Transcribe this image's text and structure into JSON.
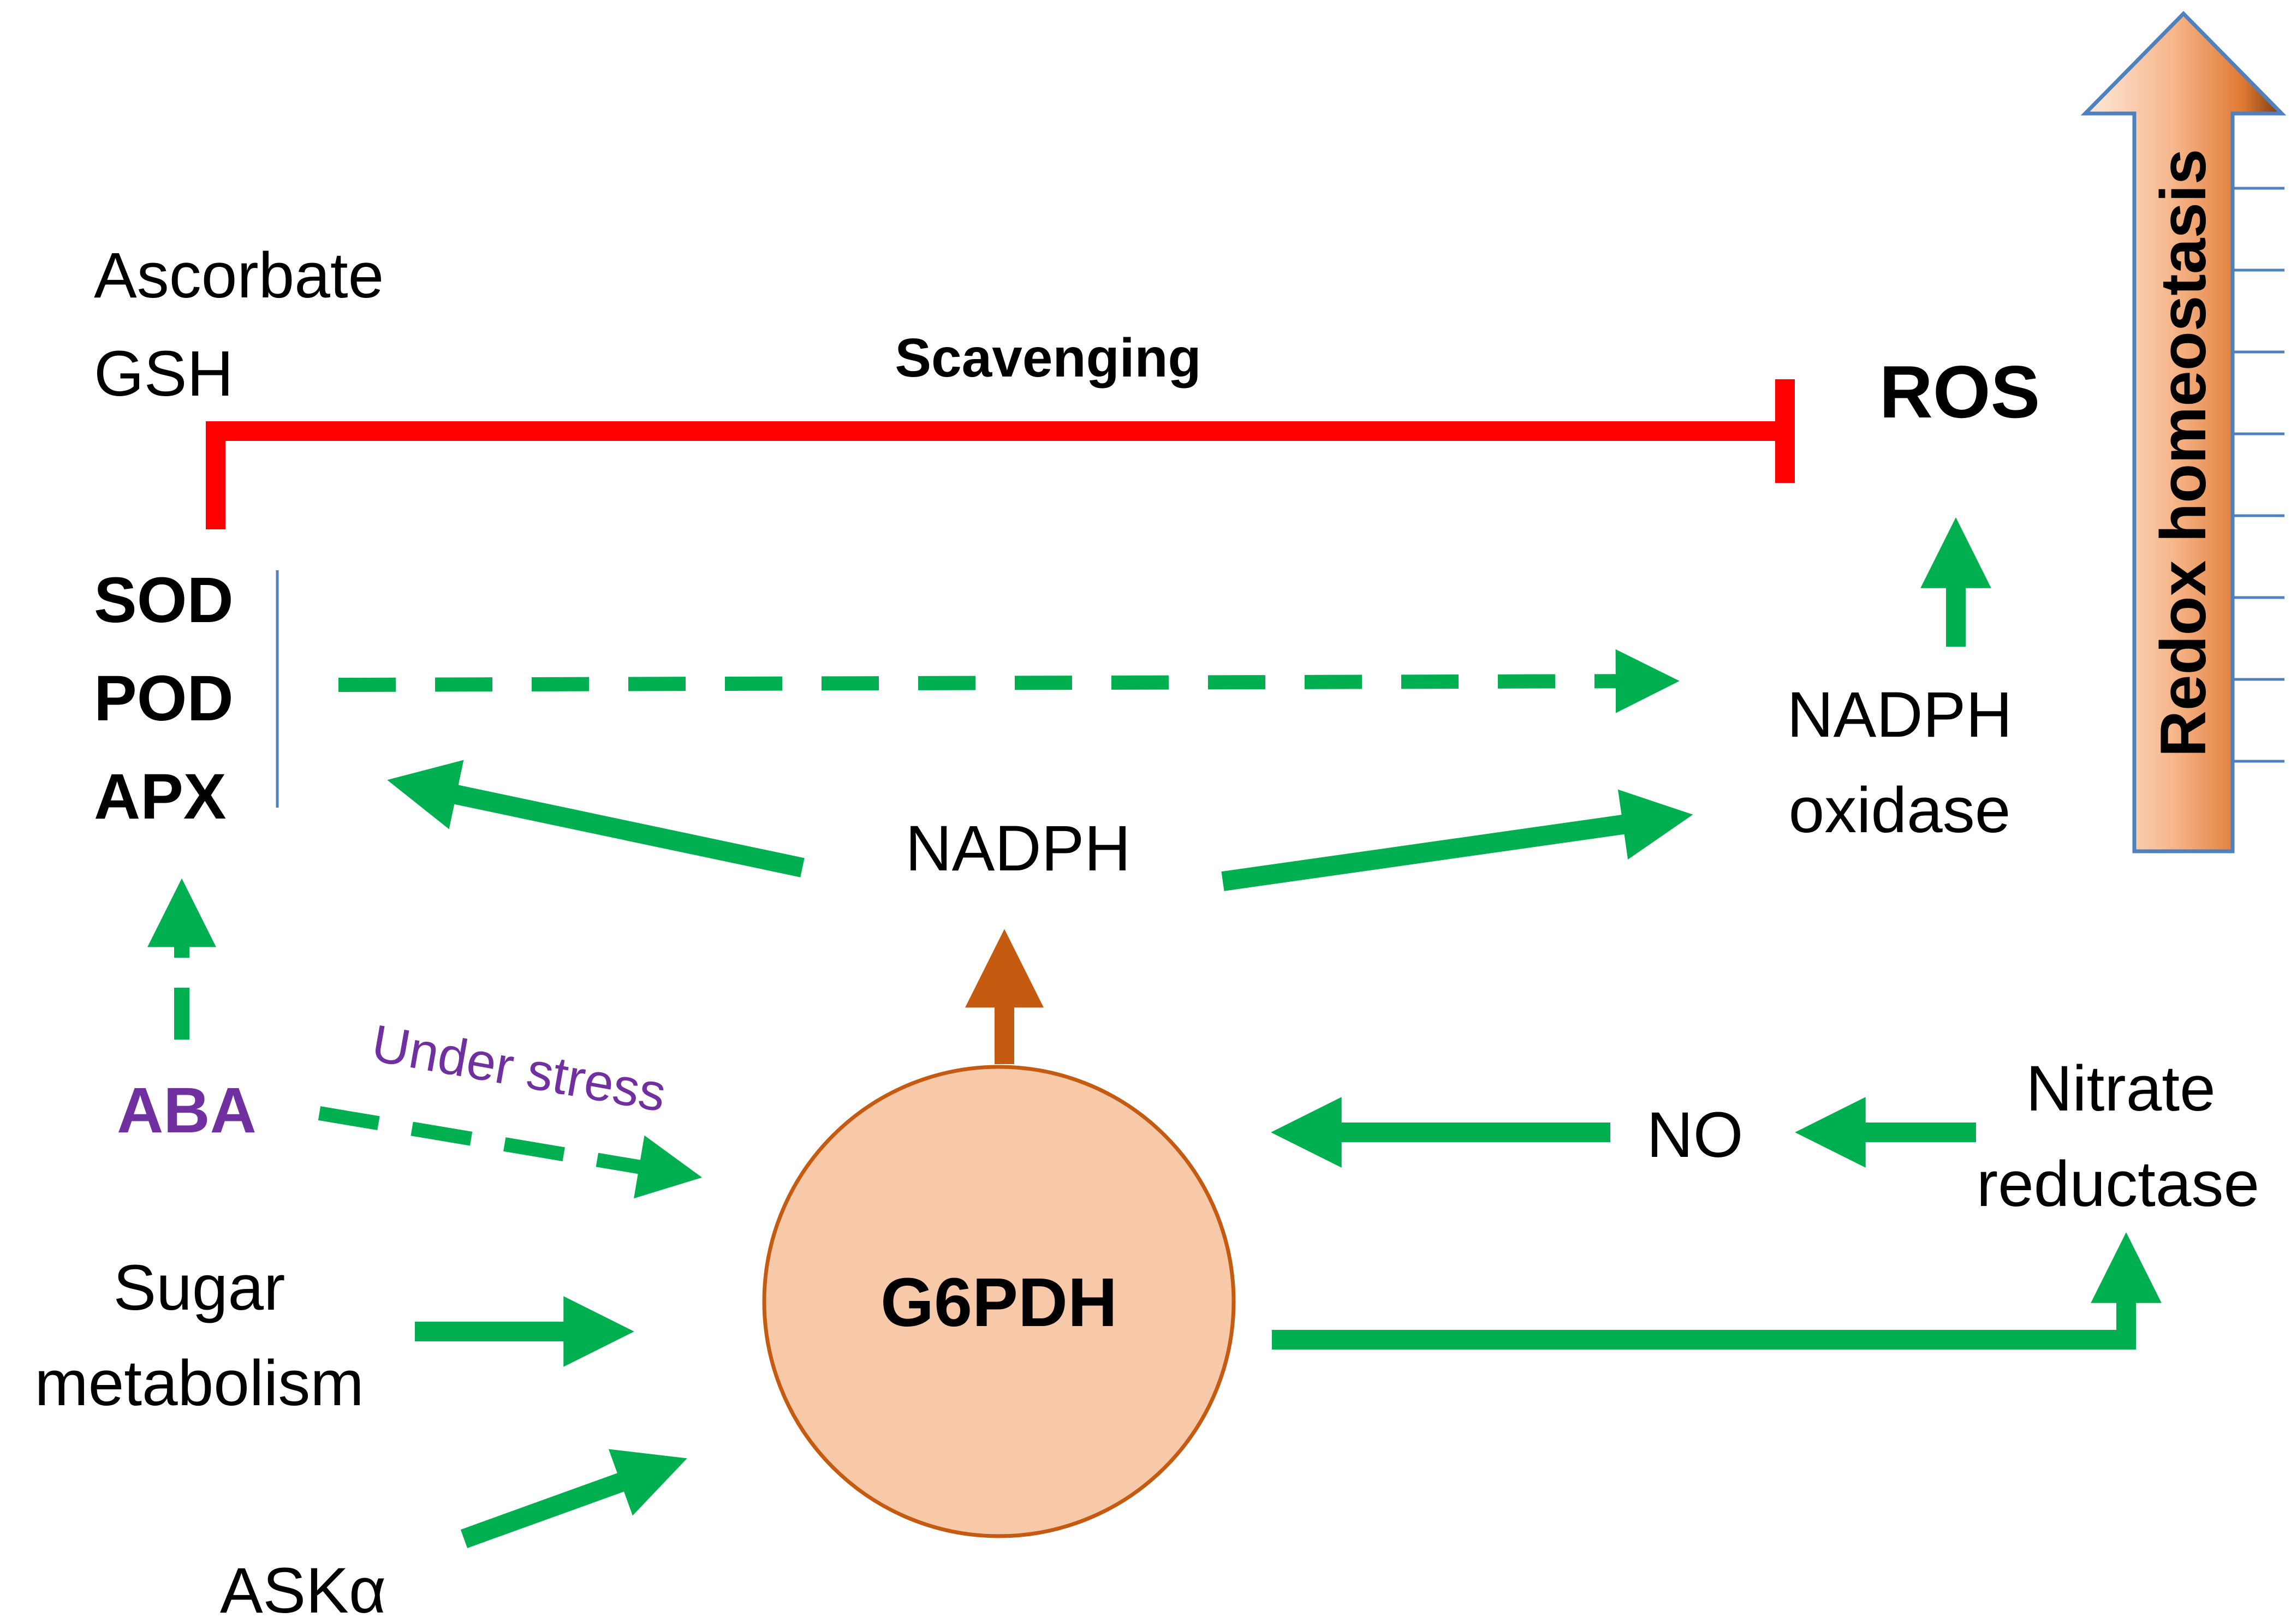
{
  "labels": {
    "ascorbate": "Ascorbate",
    "gsh": "GSH",
    "scavenging": "Scavenging",
    "ros": "ROS",
    "sod": "SOD",
    "pod": "POD",
    "apx": "APX",
    "nadph_oxidase_line1": "NADPH",
    "nadph_oxidase_line2": "oxidase",
    "nadph": "NADPH",
    "aba": "ABA",
    "under_stress": "Under stress",
    "no": "NO",
    "nitrate_line1": "Nitrate",
    "nitrate_line2": "reductase",
    "sugar_line1": "Sugar",
    "sugar_line2": "metabolism",
    "g6pdh": "G6PDH",
    "ask": "ASKα",
    "redox": "Redox homeostasis"
  },
  "colors": {
    "activation": "#00b050",
    "inhibition": "#ff0000",
    "g6pdh_fill": "#f7c9a9",
    "g6pdh_stroke": "#c55a11",
    "nadph_arrow": "#c55a11",
    "aba_text": "#7030a0",
    "redox_arrow_light": "#fbe2d2",
    "redox_arrow_dark": "#c55a11",
    "redox_arrow_outline": "#4f81bd"
  }
}
